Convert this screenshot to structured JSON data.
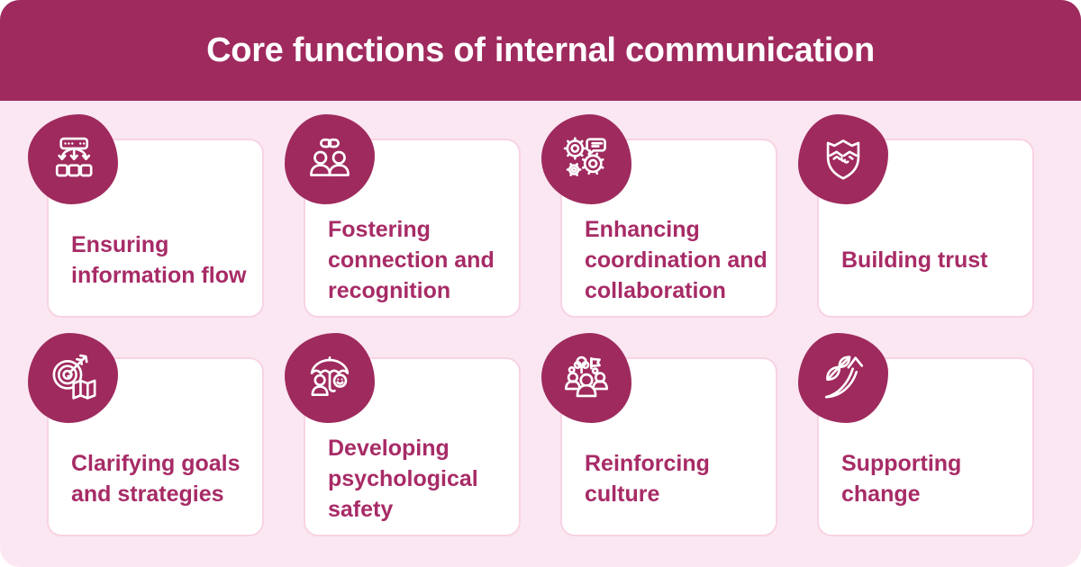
{
  "header": {
    "title": "Core functions of internal communication",
    "bg_color": "#9f2a5e",
    "text_color": "#ffffff"
  },
  "theme": {
    "canvas_bg": "#fae7f1",
    "card_bg": "#ffffff",
    "card_border": "#f8d3e4",
    "blob_color": "#9f2a5e",
    "label_color": "#a72b66"
  },
  "cards": [
    {
      "label": "Ensuring information flow",
      "icon": "server-distribution-icon"
    },
    {
      "label": "Fostering connection and recognition",
      "icon": "link-two-people-icon"
    },
    {
      "label": "Enhancing coordination and collaboration",
      "icon": "gears-chat-bubble-icon"
    },
    {
      "label": "Building trust",
      "icon": "handshake-shield-icon"
    },
    {
      "label": "Clarifying goals and strategies",
      "icon": "target-arrow-map-icon"
    },
    {
      "label": "Developing psychological safety",
      "icon": "umbrella-person-smiley-icon"
    },
    {
      "label": "Reinforcing culture",
      "icon": "people-group-tree-flag-icon"
    },
    {
      "label": "Supporting change",
      "icon": "sprout-growth-arrow-icon"
    }
  ]
}
